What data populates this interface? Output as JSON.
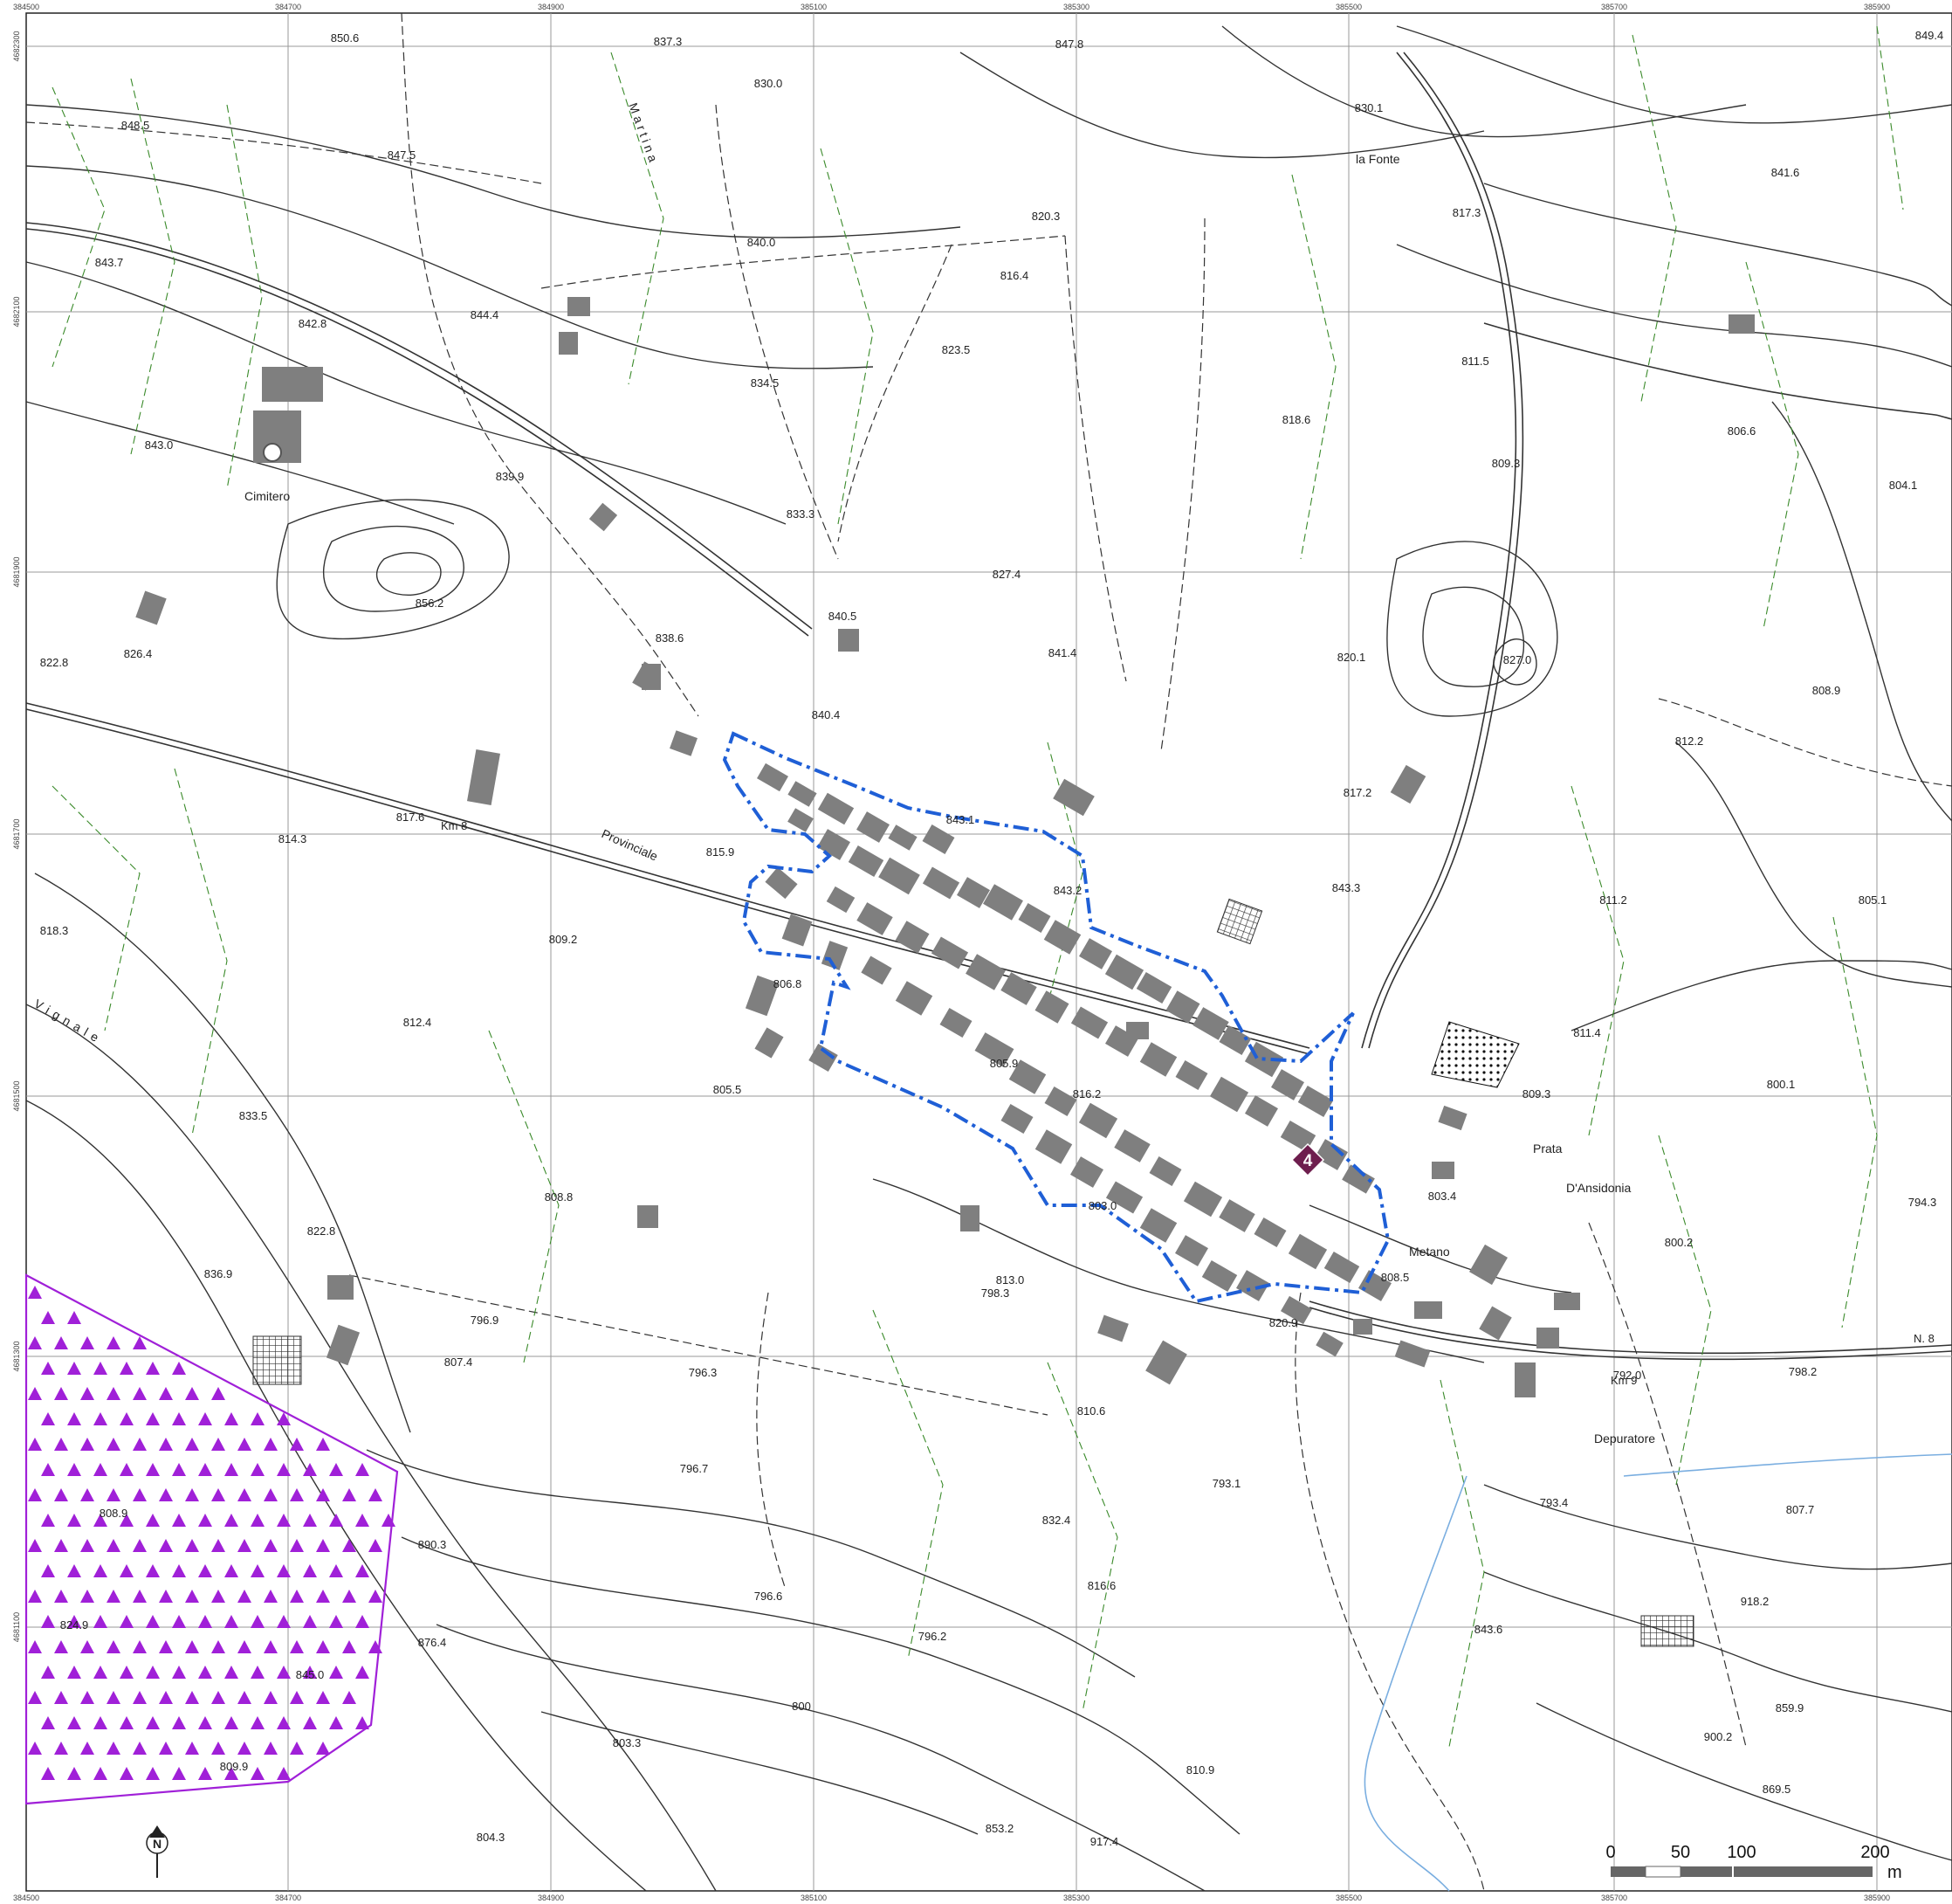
{
  "grid": {
    "x_ticks": [
      "384500",
      "384700",
      "384900",
      "385100",
      "385300",
      "385500",
      "385700",
      "385900"
    ],
    "y_ticks": [
      "4682300",
      "4682100",
      "4681900",
      "4681700",
      "4681500",
      "4681300",
      "4681100"
    ]
  },
  "place_names": {
    "cimitero": "Cimitero",
    "la_fonte": "la Fonte",
    "prata": "Prata",
    "dansidonia": "D'Ansidonia",
    "metano": "Metano",
    "depuratore": "Depuratore",
    "provinciale": "Provinciale",
    "vignale": "Vignale",
    "martina": "Martina",
    "km8": "Km 8",
    "km9": "Km 9",
    "n8": "N. 8"
  },
  "spot_heights": [
    "850.6",
    "837.3",
    "830.0",
    "847.8",
    "849.4",
    "848.5",
    "847.5",
    "830.1",
    "841.6",
    "843.7",
    "840.0",
    "820.3",
    "817.3",
    "842.8",
    "844.4",
    "816.4",
    "823.5",
    "811.5",
    "834.5",
    "806.6",
    "843.0",
    "839.9",
    "818.6",
    "809.3",
    "804.1",
    "833.3",
    "827.4",
    "856.2",
    "840.5",
    "838.6",
    "841.4",
    "820.1",
    "827.0",
    "822.8",
    "826.4",
    "840.4",
    "808.9",
    "812.2",
    "817.2",
    "843.1",
    "814.3",
    "817.6",
    "815.9",
    "843.2",
    "843.3",
    "811.2",
    "805.1",
    "818.3",
    "809.2",
    "806.8",
    "812.4",
    "811.4",
    "805.5",
    "805.9",
    "816.2",
    "809.3",
    "800.1",
    "833.5",
    "808.8",
    "803.0",
    "803.4",
    "794.3",
    "822.8",
    "836.9",
    "813.0",
    "800.2",
    "808.5",
    "796.9",
    "798.3",
    "820.9",
    "807.4",
    "796.3",
    "792.0",
    "798.2",
    "810.6",
    "796.7",
    "793.1",
    "793.4",
    "807.7",
    "832.4",
    "890.3",
    "808.9",
    "816.6",
    "796.6",
    "918.2",
    "824.9",
    "796.2",
    "843.6",
    "876.4",
    "845.0",
    "800",
    "859.9",
    "803.3",
    "900.2",
    "809.9",
    "810.9",
    "869.5",
    "804.3",
    "853.2",
    "917.4"
  ],
  "marker": {
    "number": "4",
    "color": "#6e1e4e"
  },
  "scale_bar": {
    "labels": [
      "0",
      "50",
      "100",
      "200"
    ],
    "unit": "m"
  },
  "north_arrow": {
    "letter": "N"
  },
  "colors": {
    "boundary": "#1f5fd6",
    "protected_area": "#a020d8",
    "cadastral": "#3a8a2a",
    "water": "#7aaee0",
    "building": "#7f7f7f"
  }
}
